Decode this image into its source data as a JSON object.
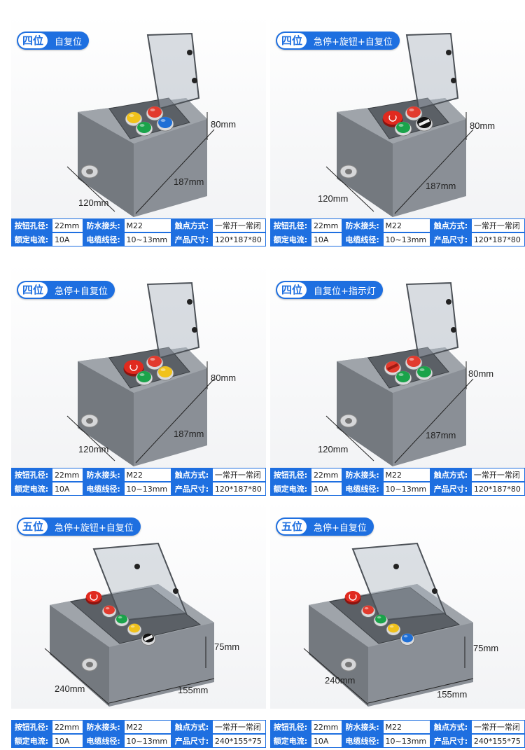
{
  "panels": [
    {
      "badge_pos": "四位",
      "badge_desc": "自复位",
      "dims": {
        "h": "80mm",
        "l": "187mm",
        "w": "120mm"
      },
      "specs": {
        "hole_label": "按钮孔径:",
        "hole": "22mm",
        "connector_label": "防水接头:",
        "connector": "M22",
        "contact_label": "触点方式:",
        "contact": "一常开一常闭",
        "current_label": "额定电流:",
        "current": "10A",
        "cable_label": "电缆线径:",
        "cable": "10~13mm",
        "size_label": "产品尺寸:",
        "size": "120*187*80"
      }
    },
    {
      "badge_pos": "四位",
      "badge_desc": "急停+旋钮+自复位",
      "dims": {
        "h": "80mm",
        "l": "187mm",
        "w": "120mm"
      },
      "specs": {
        "hole_label": "按钮孔径:",
        "hole": "22mm",
        "connector_label": "防水接头:",
        "connector": "M22",
        "contact_label": "触点方式:",
        "contact": "一常开一常闭",
        "current_label": "额定电流:",
        "current": "10A",
        "cable_label": "电缆线径:",
        "cable": "10~13mm",
        "size_label": "产品尺寸:",
        "size": "120*187*80"
      }
    },
    {
      "badge_pos": "四位",
      "badge_desc": "急停+自复位",
      "dims": {
        "h": "80mm",
        "l": "187mm",
        "w": "120mm"
      },
      "specs": {
        "hole_label": "按钮孔径:",
        "hole": "22mm",
        "connector_label": "防水接头:",
        "connector": "M22",
        "contact_label": "触点方式:",
        "contact": "一常开一常闭",
        "current_label": "额定电流:",
        "current": "10A",
        "cable_label": "电缆线径:",
        "cable": "10~13mm",
        "size_label": "产品尺寸:",
        "size": "120*187*80"
      }
    },
    {
      "badge_pos": "四位",
      "badge_desc": "自复位+指示灯",
      "dims": {
        "h": "80mm",
        "l": "187mm",
        "w": "120mm"
      },
      "specs": {
        "hole_label": "按钮孔径:",
        "hole": "22mm",
        "connector_label": "防水接头:",
        "connector": "M22",
        "contact_label": "触点方式:",
        "contact": "一常开一常闭",
        "current_label": "额定电流:",
        "current": "10A",
        "cable_label": "电缆线径:",
        "cable": "10~13mm",
        "size_label": "产品尺寸:",
        "size": "120*187*80"
      }
    },
    {
      "badge_pos": "五位",
      "badge_desc": "急停+旋钮+自复位",
      "dims": {
        "h": "75mm",
        "l": "155mm",
        "w": "240mm"
      },
      "specs": {
        "hole_label": "按钮孔径:",
        "hole": "22mm",
        "connector_label": "防水接头:",
        "connector": "M22",
        "contact_label": "触点方式:",
        "contact": "一常开一常闭",
        "current_label": "额定电流:",
        "current": "10A",
        "cable_label": "电缆线径:",
        "cable": "10~13mm",
        "size_label": "产品尺寸:",
        "size": "240*155*75"
      }
    },
    {
      "badge_pos": "五位",
      "badge_desc": "急停+自复位",
      "dims": {
        "h": "75mm",
        "l": "155mm",
        "w": "240mm"
      },
      "specs": {
        "hole_label": "按钮孔径:",
        "hole": "22mm",
        "connector_label": "防水接头:",
        "connector": "M22",
        "contact_label": "触点方式:",
        "contact": "一常开一常闭",
        "current_label": "额定电流:",
        "current": "10A",
        "cable_label": "电缆线径:",
        "cable": "10~13mm",
        "size_label": "产品尺寸:",
        "size": "240*155*75"
      }
    }
  ],
  "buttons": [
    [
      "yellow",
      "red",
      "green",
      "blue"
    ],
    [
      "estop",
      "red",
      "green",
      "black-knob"
    ],
    [
      "estop",
      "red",
      "green",
      "yellow"
    ],
    [
      "red-lamp",
      "red",
      "green",
      "green"
    ],
    [
      "estop",
      "red",
      "green",
      "yellow",
      "black-knob"
    ],
    [
      "estop",
      "red",
      "green",
      "yellow",
      "blue"
    ]
  ],
  "colors": {
    "accent": "#1e6fe0",
    "enclosure": "#8a8f96",
    "yellow": "#f1c21b",
    "red": "#e23b2e",
    "green": "#1aa34a",
    "blue": "#1f6fd6",
    "black": "#111111"
  },
  "icons": {
    "badge": "position-count-label",
    "enclosure": "waterproof-button-box-photo",
    "cable_gland": "cable-gland-icon"
  }
}
